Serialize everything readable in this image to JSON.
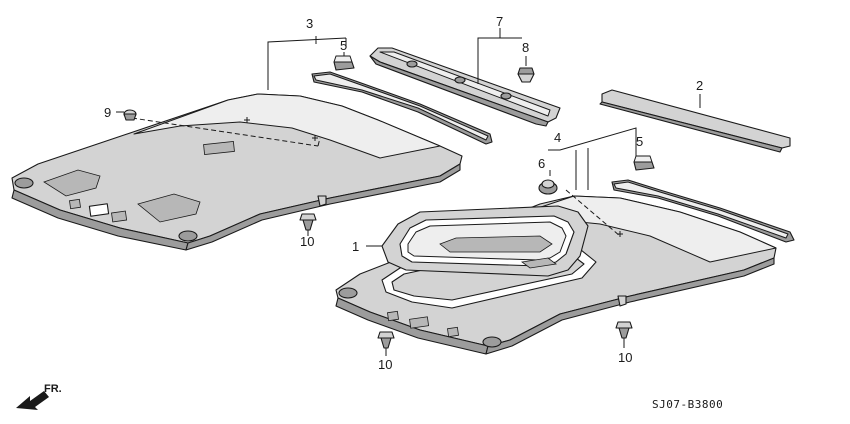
{
  "diagram": {
    "callouts": {
      "c1": "1",
      "c2": "2",
      "c3": "3",
      "c4": "4",
      "c5a": "5",
      "c5b": "5",
      "c6": "6",
      "c7": "7",
      "c8": "8",
      "c9": "9",
      "c10a": "10",
      "c10b": "10",
      "c10c": "10"
    },
    "direction_label": "FR.",
    "part_code": "SJ07-B3800"
  }
}
